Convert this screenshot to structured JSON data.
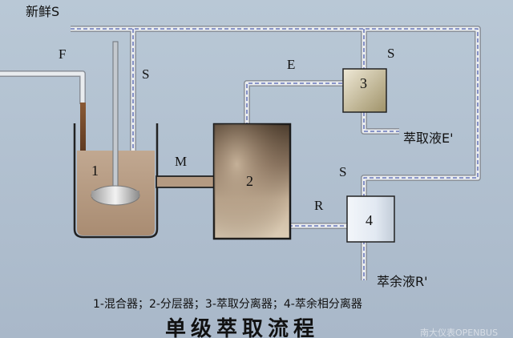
{
  "labels": {
    "fresh_solvent": "新鲜S",
    "feed": "F",
    "solvent_mixer": "S",
    "extract_stream": "E",
    "solvent_upper": "S",
    "solvent_lower": "S",
    "mixture": "M",
    "raffinate_stream": "R",
    "extract_product": "萃取液E'",
    "raffinate_product": "萃余液R'"
  },
  "units": {
    "mixer": "1",
    "settler": "2",
    "extract_separator": "3",
    "raffinate_separator": "4"
  },
  "caption": "1-混合器；2-分层器；3-萃取分离器；4-萃余相分离器",
  "title": "单级萃取流程",
  "watermark": "南大仪表OPENBUS",
  "colors": {
    "background": "#b3c2d1",
    "pipe": "#d8dcdf",
    "pipe_dash": "#5566aa",
    "liquid": "#b49a82",
    "feed_stream": "#7a4a2a",
    "settler_top": "#4a3b2c",
    "settler_bottom": "#d7c6ae"
  }
}
